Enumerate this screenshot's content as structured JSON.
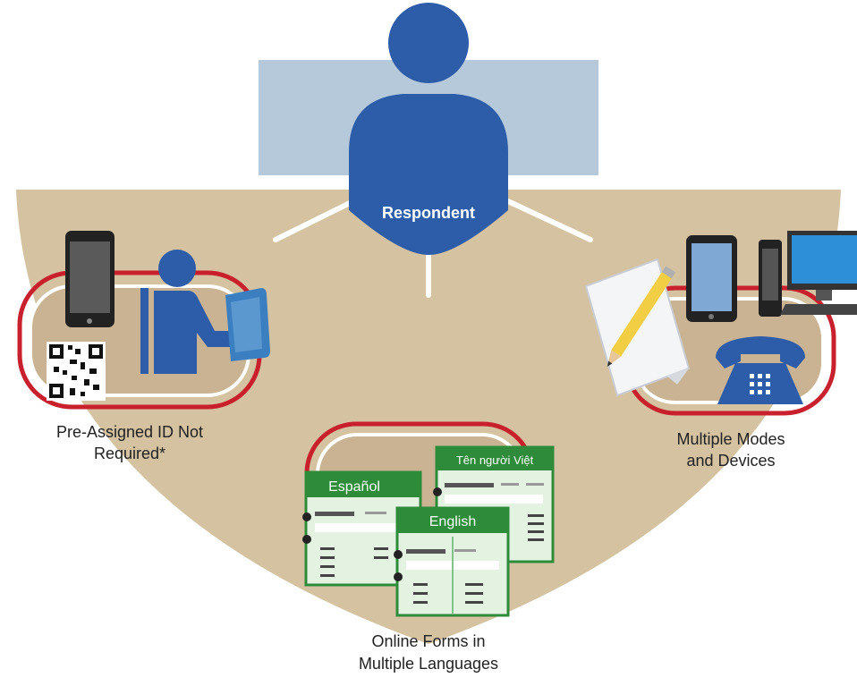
{
  "center": {
    "label": "Respondent"
  },
  "features": [
    {
      "label_lines": [
        "Pre-Assigned ID Not",
        "Required*"
      ]
    },
    {
      "label_lines": [
        "Online Forms in",
        "Multiple Languages"
      ]
    },
    {
      "label_lines": [
        "Multiple Modes",
        "and Devices"
      ]
    }
  ],
  "forms": {
    "spanish": "Español",
    "vietnamese": "Tên người Việt",
    "english": "English"
  },
  "colors": {
    "fan": "#D4C2A1",
    "panel": "#B5C9DB",
    "person": "#2D5CA8",
    "ring_red": "#C8202D",
    "inner_fill": "#C9B392",
    "form_green": "#2E8B3A",
    "form_fill": "#E4F2E2"
  }
}
